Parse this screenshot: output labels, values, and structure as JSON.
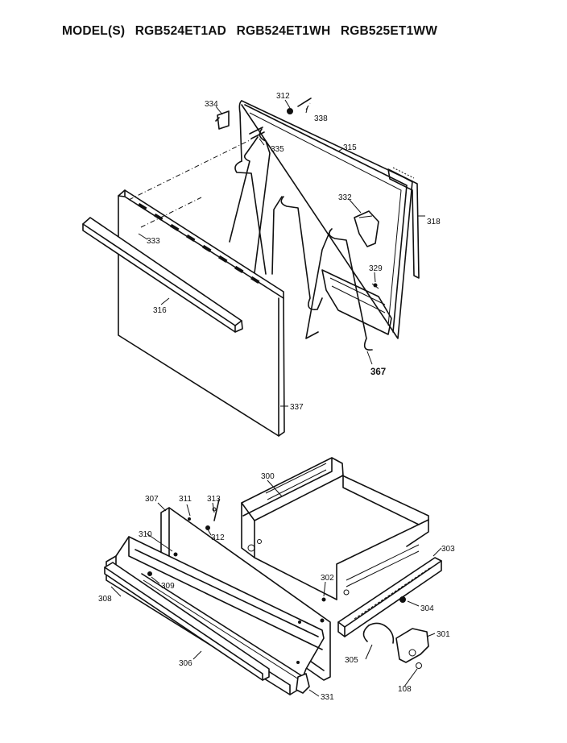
{
  "header": {
    "prefix": "MODEL(S)",
    "models": [
      "RGB524ET1AD",
      "RGB524ET1WH",
      "RGB525ET1WW"
    ]
  },
  "callouts": {
    "p334": "334",
    "p312a": "312",
    "p338": "338",
    "p335": "335",
    "p315": "315",
    "p318": "318",
    "p332": "332",
    "p333": "333",
    "p329": "329",
    "p316": "316",
    "p367": "367",
    "p337": "337",
    "p300": "300",
    "p307": "307",
    "p311": "311",
    "p313": "313",
    "p312b": "312",
    "p310": "310",
    "p309": "309",
    "p308": "308",
    "p302": "302",
    "p303": "303",
    "p304": "304",
    "p301": "301",
    "p305": "305",
    "p306": "306",
    "p108": "108",
    "p331": "331"
  }
}
